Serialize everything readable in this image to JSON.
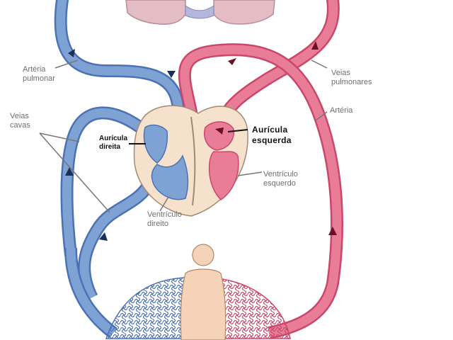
{
  "colors": {
    "venous": "#7ea2d3",
    "venous_dark": "#4c72b5",
    "arterial": "#e97d97",
    "arterial_dark": "#c9476a",
    "heart_wall": "#f6e2cc",
    "lungs": "#e3bcc4",
    "body": "#f4d3b8",
    "label_text": "#6e6e6e",
    "bold_label_text": "#111111"
  },
  "labels": {
    "arteria_pulmonar": [
      "Artéria",
      "pulmonar"
    ],
    "veias_cavas": [
      "Veias",
      "cavas"
    ],
    "auricula_direita": [
      "Aurícula",
      "direita"
    ],
    "auricula_esquerda": [
      "Aurícula",
      "esquerda"
    ],
    "veias_pulmonares": [
      "Veias",
      "pulmonares"
    ],
    "arteria": "Artéria",
    "ventriculo_esquerdo": [
      "Ventrículo",
      "esquerdo"
    ],
    "ventriculo_direito": [
      "Ventrículo",
      "direito"
    ]
  },
  "icons": {
    "flow_arrow": "arrowhead-icon"
  }
}
